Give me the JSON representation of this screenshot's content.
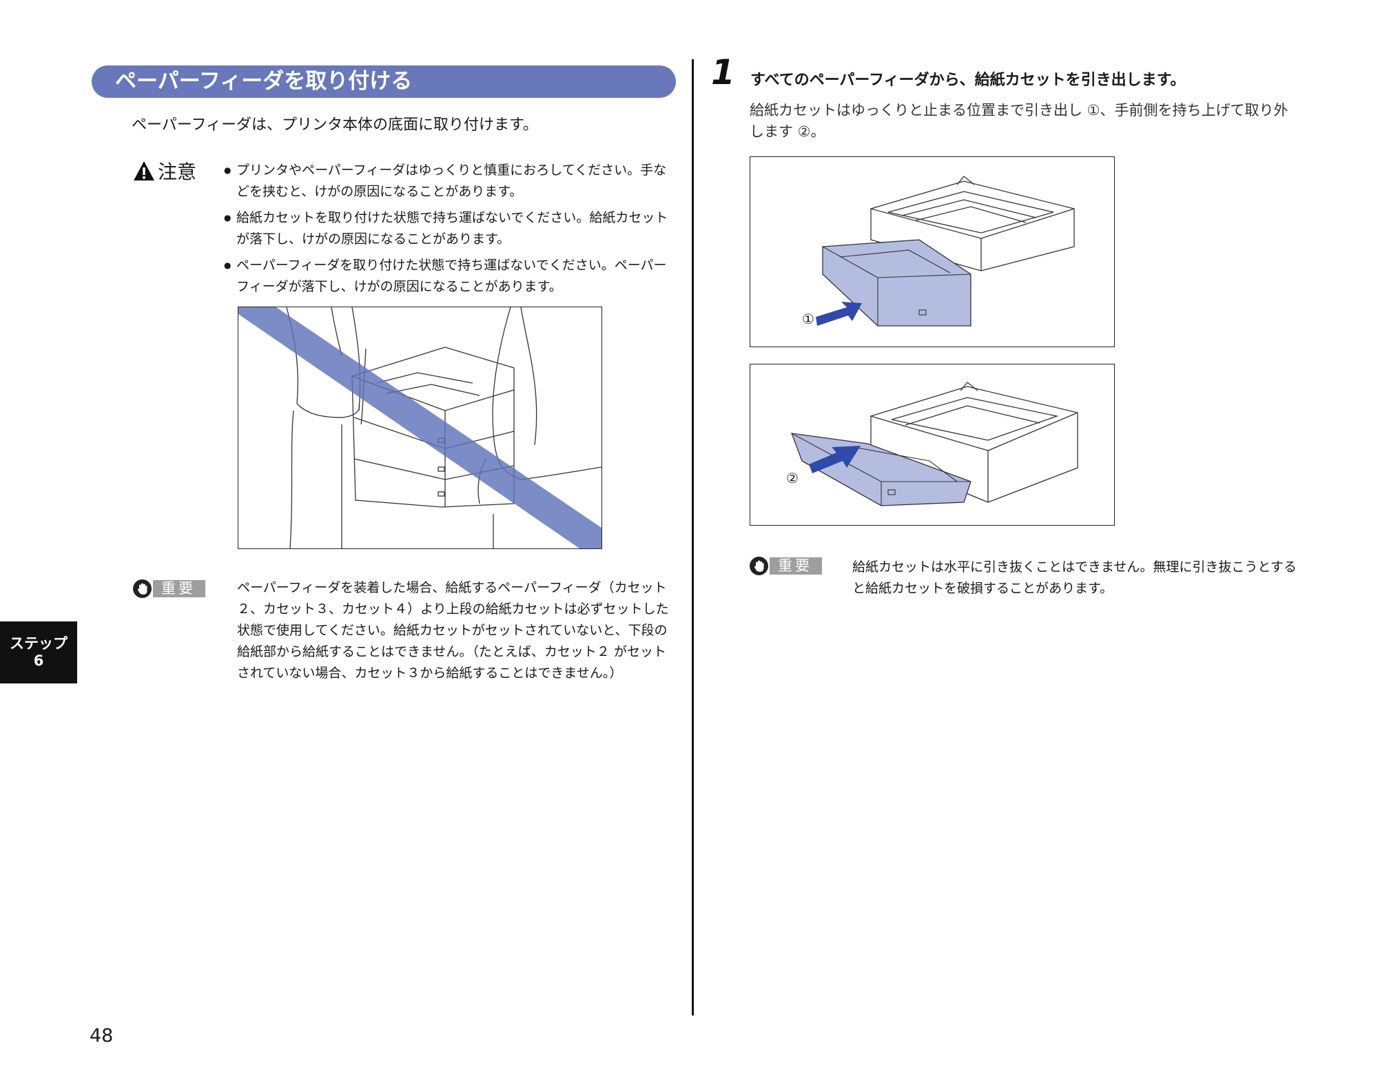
{
  "left": {
    "section_title": "ペーパーフィーダを取り付ける",
    "lead": "ペーパーフィーダは、プリンタ本体の底面に取り付けます。",
    "caution_label": "注意",
    "caution_items": [
      "プリンタやペーパーフィーダはゆっくりと慎重におろしてください。手などを挟むと、けがの原因になることがあります。",
      "給紙カセットを取り付けた状態で持ち運ばないでください。給紙カセットが落下し、けがの原因になることがあります。",
      "ペーパーフィーダを取り付けた状態で持ち運ばないでください。ペーパーフィーダが落下し、けがの原因になることがあります。"
    ],
    "important_label": "重要",
    "important_text": "ペーパーフィーダを装着した場合、給紙するペーパーフィーダ（カセット２、カセット３、カセット４）より上段の給紙カセットは必ずセットした状態で使用してください。給紙カセットがセットされていないと、下段の給紙部から給紙することはできません。（たとえば、カセット２ がセットされていない場合、カセット３から給紙することはできません。）"
  },
  "right": {
    "step_number": "1",
    "step_title": "すべてのペーパーフィーダから、給紙カセットを引き出します。",
    "step_desc": "給紙カセットはゆっくりと止まる位置まで引き出し ①、手前側を持ち上げて取り外します ②。",
    "fig1_label": "①",
    "fig2_label": "②",
    "important_label": "重要",
    "important_text": "給紙カセットは水平に引き抜くことはできません。無理に引き抜こうとすると給紙カセットを破損することがあります。"
  },
  "side_tab": {
    "line1": "ステップ",
    "line2": "6"
  },
  "page_number": "48",
  "colors": {
    "accent": "#6878bb",
    "cassette": "#b4bde0",
    "prohibit": "#5f73b9"
  }
}
